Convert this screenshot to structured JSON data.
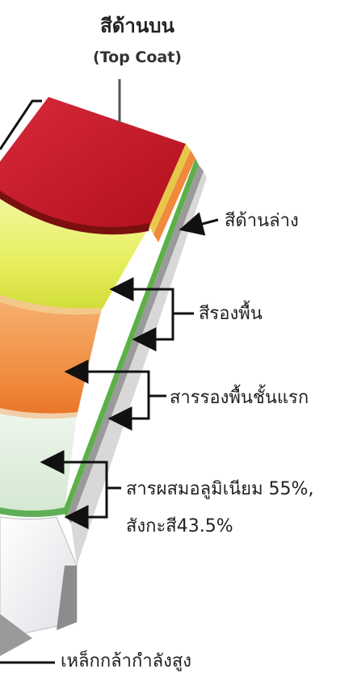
{
  "layers": {
    "top_coat": {
      "label": "สีด้านบน",
      "sublabel": "(Top Coat)",
      "color": "#c8182c"
    },
    "under_coat": {
      "label": "สีด้านล่าง"
    },
    "primer": {
      "label": "สีรองพื้น",
      "color": "#e4ec5a"
    },
    "first_primer": {
      "label": "สารรองพื้นชั้นแรก",
      "color": "#f08a3c"
    },
    "alloy": {
      "label_line1": "สารผสมอลูมิเนียม 55%,",
      "label_line2": "สังกะสี43.5%",
      "color": "#dfeedd"
    },
    "steel": {
      "label": "เหล็กกล้ากำลังสูง",
      "color": "#f2f2f4"
    }
  },
  "edge_stripe_colors": [
    "#e8c84a",
    "#5cb048",
    "#9a9a9a",
    "#d8d8d8"
  ]
}
